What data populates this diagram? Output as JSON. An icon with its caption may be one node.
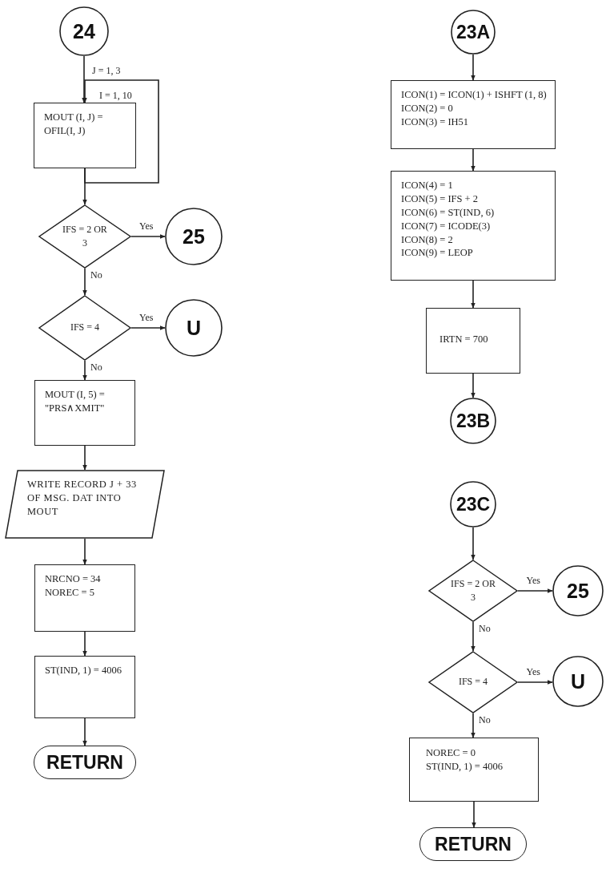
{
  "diagram": {
    "nodes": [
      {
        "text": [
          "24"
        ]
      },
      {
        "text": [
          "MOUT (I, J) = OFIL(I, J)"
        ]
      },
      {
        "text": [
          "IFS = 2 OR 3"
        ]
      },
      {
        "text": [
          "25"
        ]
      },
      {
        "text": [
          "IFS = 4"
        ]
      },
      {
        "text": [
          "U"
        ]
      },
      {
        "text": [
          "MOUT (I, 5) = \"PRS∧XMIT\""
        ]
      },
      {
        "text": [
          "WRITE RECORD J + 33 OF MSG. DAT INTO MOUT"
        ]
      },
      {
        "text": [
          "NRCNO = 34",
          "NOREC = 5"
        ]
      },
      {
        "text": [
          "ST(IND, 1) = 4006"
        ]
      },
      {
        "text": [
          "RETURN"
        ]
      },
      {
        "text": [
          "23A"
        ]
      },
      {
        "text": [
          "ICON(1) = ICON(1) + ISHFT (1, 8)",
          "ICON(2) = 0",
          "ICON(3) = IH51"
        ]
      },
      {
        "text": [
          "ICON(4) = 1",
          "ICON(5) = IFS + 2",
          "ICON(6) = ST(IND, 6)",
          "ICON(7) = ICODE(3)",
          "ICON(8) = 2",
          "ICON(9) = LEOP"
        ]
      },
      {
        "text": [
          "IRTN = 700"
        ]
      },
      {
        "text": [
          "23B"
        ]
      },
      {
        "text": [
          "23C"
        ]
      },
      {
        "text": [
          "IFS = 2 OR 3"
        ]
      },
      {
        "text": [
          "25"
        ]
      },
      {
        "text": [
          "IFS = 4"
        ]
      },
      {
        "text": [
          "U"
        ]
      },
      {
        "text": [
          "NOREC = 0",
          "ST(IND, 1) = 4006"
        ]
      },
      {
        "text": [
          "RETURN"
        ]
      }
    ],
    "edges": [
      {
        "from": 0,
        "to": 1,
        "arrow": "to"
      },
      {
        "from": 1,
        "to": 1,
        "arrow": "to"
      },
      {
        "from": 1,
        "to": 2,
        "arrow": "to"
      },
      {
        "from": 2,
        "to": 3,
        "arrow": "to",
        "label": "Yes"
      },
      {
        "from": 2,
        "to": 4,
        "arrow": "to",
        "label": "No"
      },
      {
        "from": 4,
        "to": 5,
        "arrow": "to",
        "label": "Yes"
      },
      {
        "from": 4,
        "to": 6,
        "arrow": "to",
        "label": "No"
      },
      {
        "from": 6,
        "to": 7,
        "arrow": "to"
      },
      {
        "from": 7,
        "to": 8,
        "arrow": "to"
      },
      {
        "from": 8,
        "to": 9,
        "arrow": "to"
      },
      {
        "from": 9,
        "to": 10,
        "arrow": "to"
      },
      {
        "from": 11,
        "to": 12,
        "arrow": "to"
      },
      {
        "from": 12,
        "to": 13,
        "arrow": "to"
      },
      {
        "from": 13,
        "to": 14,
        "arrow": "to"
      },
      {
        "from": 14,
        "to": 15,
        "arrow": "to"
      },
      {
        "from": 16,
        "to": 17,
        "arrow": "to"
      },
      {
        "from": 17,
        "to": 18,
        "arrow": "to",
        "label": "Yes"
      },
      {
        "from": 17,
        "to": 19,
        "arrow": "to",
        "label": "No"
      },
      {
        "from": 19,
        "to": 20,
        "arrow": "to",
        "label": "Yes"
      },
      {
        "from": 19,
        "to": 21,
        "arrow": "to",
        "label": "No"
      },
      {
        "from": 21,
        "to": 22,
        "arrow": "to"
      }
    ],
    "labels": [
      "J = 1, 3",
      "I = 1, 10"
    ]
  }
}
